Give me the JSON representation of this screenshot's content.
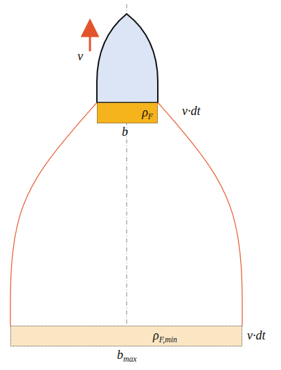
{
  "diagram": {
    "nodes": [
      {
        "text": [
          "ρF"
        ]
      },
      {
        "text": [
          "ρF,min"
        ]
      }
    ],
    "edges": [
      {
        "from": 0,
        "to": 1,
        "arrow": "none"
      },
      {
        "from": 0,
        "to": 1,
        "arrow": "none"
      }
    ],
    "labels": [
      "v",
      "v·dt",
      "b",
      "v·dt",
      "bmax"
    ]
  }
}
